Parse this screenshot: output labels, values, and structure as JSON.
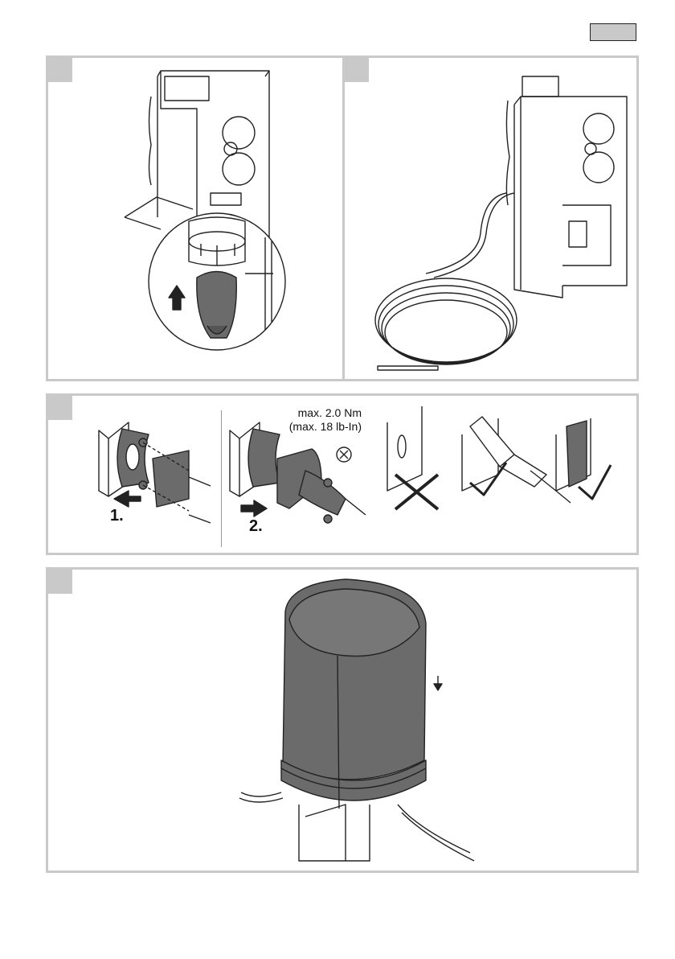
{
  "header": {
    "language_tab_label": ""
  },
  "panels": [
    {
      "step": "",
      "title": "insert-plug"
    },
    {
      "step": "",
      "title": "cable-coil"
    },
    {
      "step": "",
      "title": "mount-cable-gland"
    },
    {
      "step": "",
      "title": "fit-cover"
    }
  ],
  "torque": {
    "line1": "max. 2.0 Nm",
    "line2": "(max. 18 lb-In)"
  },
  "steps": {
    "first": "1.",
    "second": "2."
  },
  "colors": {
    "panel_border": "#c9c9c9",
    "dark_part": "#6b6b6b",
    "line": "#222222"
  }
}
